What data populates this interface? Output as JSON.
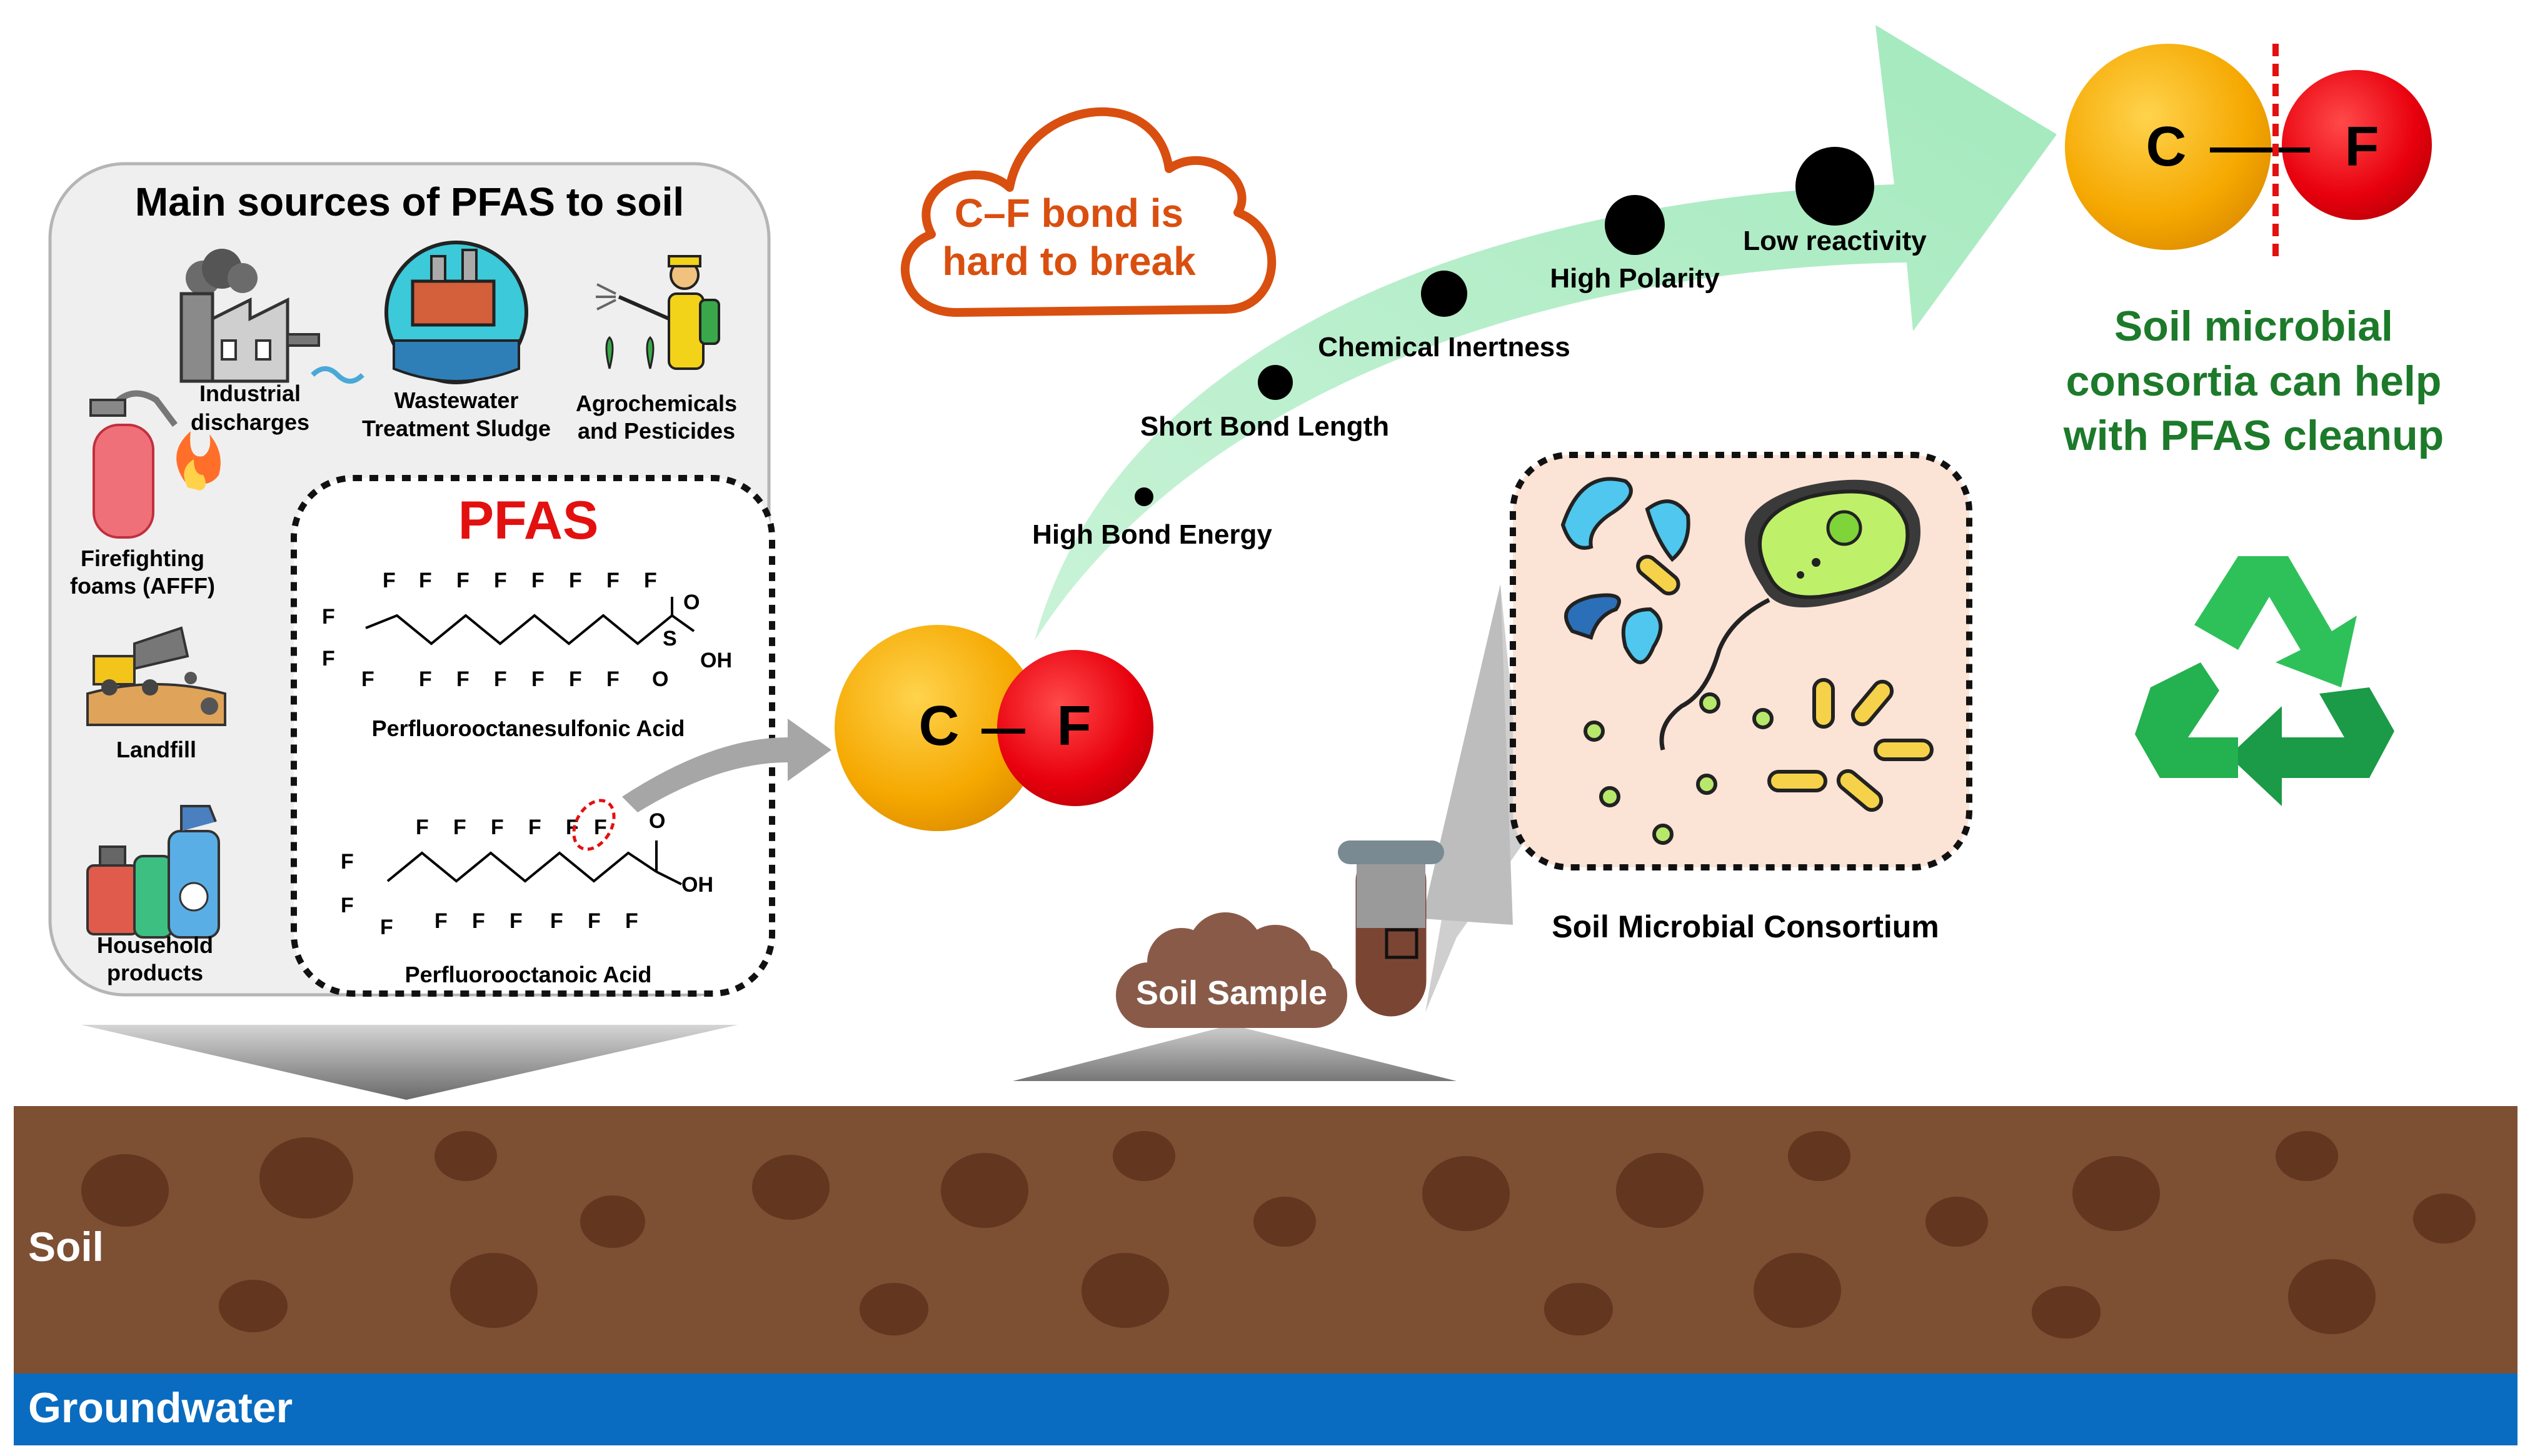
{
  "sources": {
    "title": "Main sources of PFAS to soil",
    "industrial": [
      "Industrial",
      "discharges"
    ],
    "wastewater": [
      "Wastewater",
      "Treatment Sludge"
    ],
    "agro": [
      "Agrochemicals",
      "and Pesticides"
    ],
    "firefighting": [
      "Firefighting",
      "foams (AFFF)"
    ],
    "landfill": "Landfill",
    "household": [
      "Household",
      "products"
    ]
  },
  "pfas": {
    "title": "PFAS",
    "pfos_label": "Perfluorooctanesulfonic Acid",
    "pfoa_label": "Perfluorooctanoic Acid",
    "atom_f": "F",
    "atom_s": "S",
    "atom_o": "O",
    "group_oh": "OH"
  },
  "cloud_text": [
    "C–F bond is",
    "hard to break"
  ],
  "bond": {
    "c": "C",
    "f": "F",
    "dash": "—"
  },
  "properties": [
    "High Bond Energy",
    "Short Bond Length",
    "Chemical Inertness",
    "High Polarity",
    "Low reactivity"
  ],
  "conclusion": [
    "Soil microbial",
    "consortia can help",
    "with PFAS cleanup"
  ],
  "labels": {
    "soil_sample": "Soil Sample",
    "consortium": "Soil Microbial Consortium",
    "soil": "Soil",
    "groundwater": "Groundwater"
  },
  "colors": {
    "carbon": "#f5a800",
    "fluorine": "#e8000d",
    "pfas_red": "#e31010",
    "cloud_orange": "#d94f10",
    "conclusion_green": "#1c7a2a",
    "arrow_green": "#b2ecc8",
    "soil": "#7d4f33",
    "soil_spot": "#62361f",
    "groundwater": "#0a6cc0",
    "panel_grey": "#efefef",
    "recycle_green": "#22b24c"
  }
}
